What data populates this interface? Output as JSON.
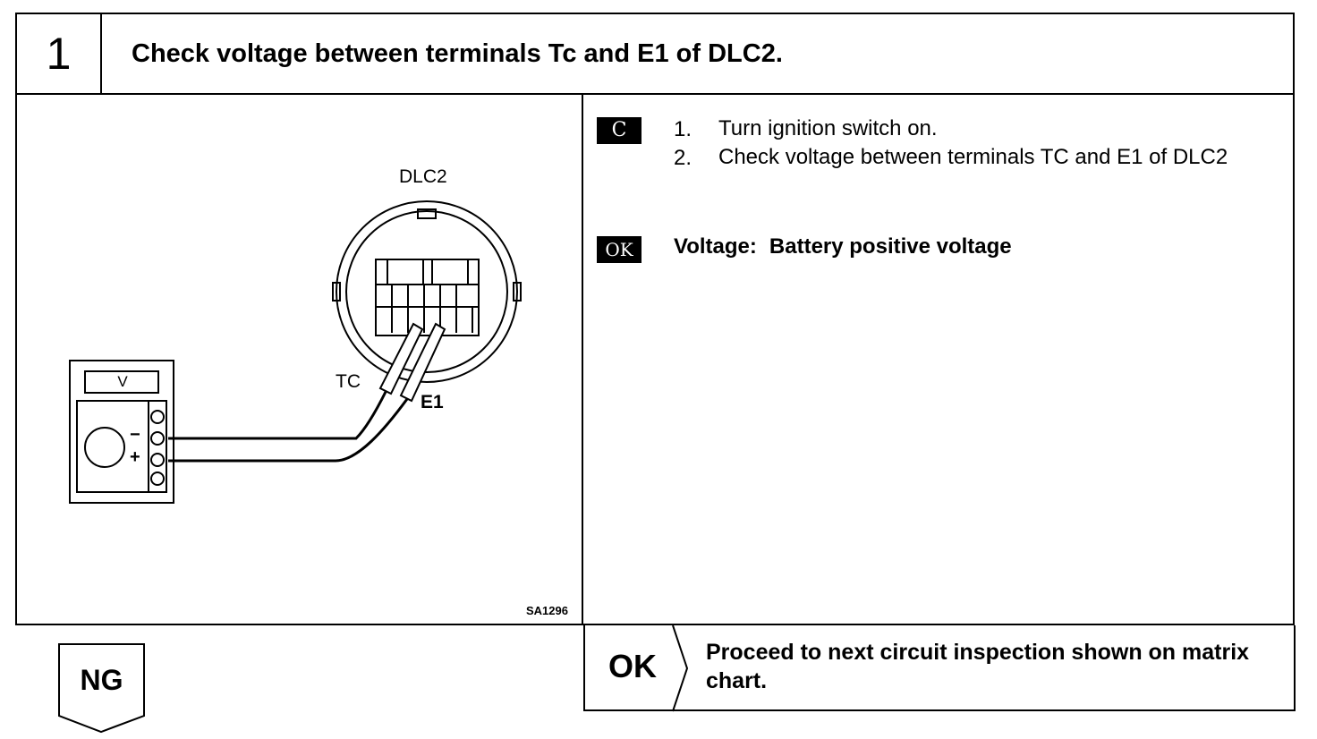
{
  "header": {
    "step_number": "1",
    "title": "Check voltage between terminals Tc and E1 of DLC2."
  },
  "illustration": {
    "connector_label": "DLC2",
    "terminal_tc": "TC",
    "terminal_e1": "E1",
    "meter_display": "V",
    "meter_minus": "−",
    "meter_plus": "+",
    "figure_code": "SA1296"
  },
  "instructions": {
    "tag_c": "C",
    "steps": [
      {
        "num": "1.",
        "text": "Turn ignition switch on."
      },
      {
        "num": "2.",
        "text": "Check voltage between terminals TC and E1 of DLC2"
      }
    ],
    "tag_ok": "OK",
    "voltage_label": "Voltage:",
    "voltage_value": "Battery positive voltage"
  },
  "result_ok": {
    "label": "OK",
    "text": "Proceed to next circuit inspection shown on matrix chart."
  },
  "result_ng": {
    "label": "NG"
  }
}
